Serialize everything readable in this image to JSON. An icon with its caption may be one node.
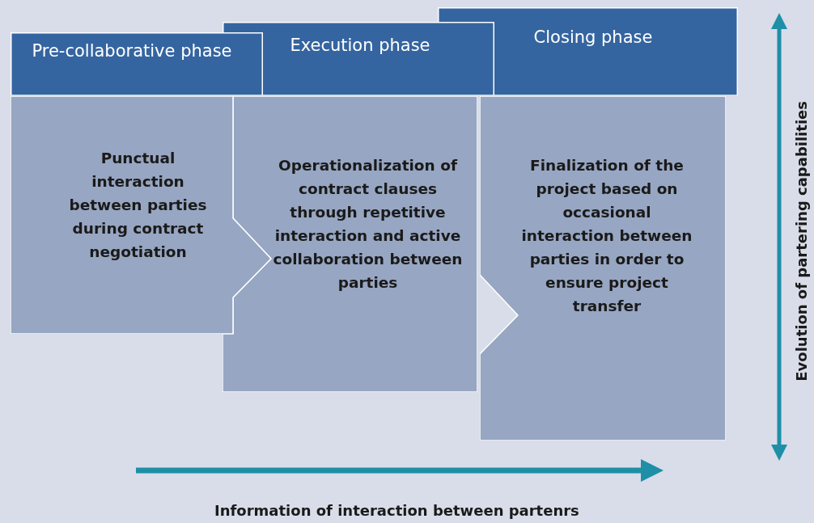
{
  "diagram": {
    "nodes": [
      {
        "text": [
          "Pre-collaborative phase"
        ]
      },
      {
        "text": [
          "Execution phase"
        ]
      },
      {
        "text": [
          "Closing phase"
        ]
      },
      {
        "text": [
          "Punctual interaction between parties during contract negotiation"
        ]
      },
      {
        "text": [
          "Operationalization of contract clauses through repetitive interaction and active collaboration between parties"
        ]
      },
      {
        "text": [
          "Finalization of the project based on occasional interaction between parties in order to ensure project transfer"
        ]
      }
    ],
    "labels": [
      "Evolution of partering capabilities",
      "Information of interaction between partenrs"
    ]
  }
}
